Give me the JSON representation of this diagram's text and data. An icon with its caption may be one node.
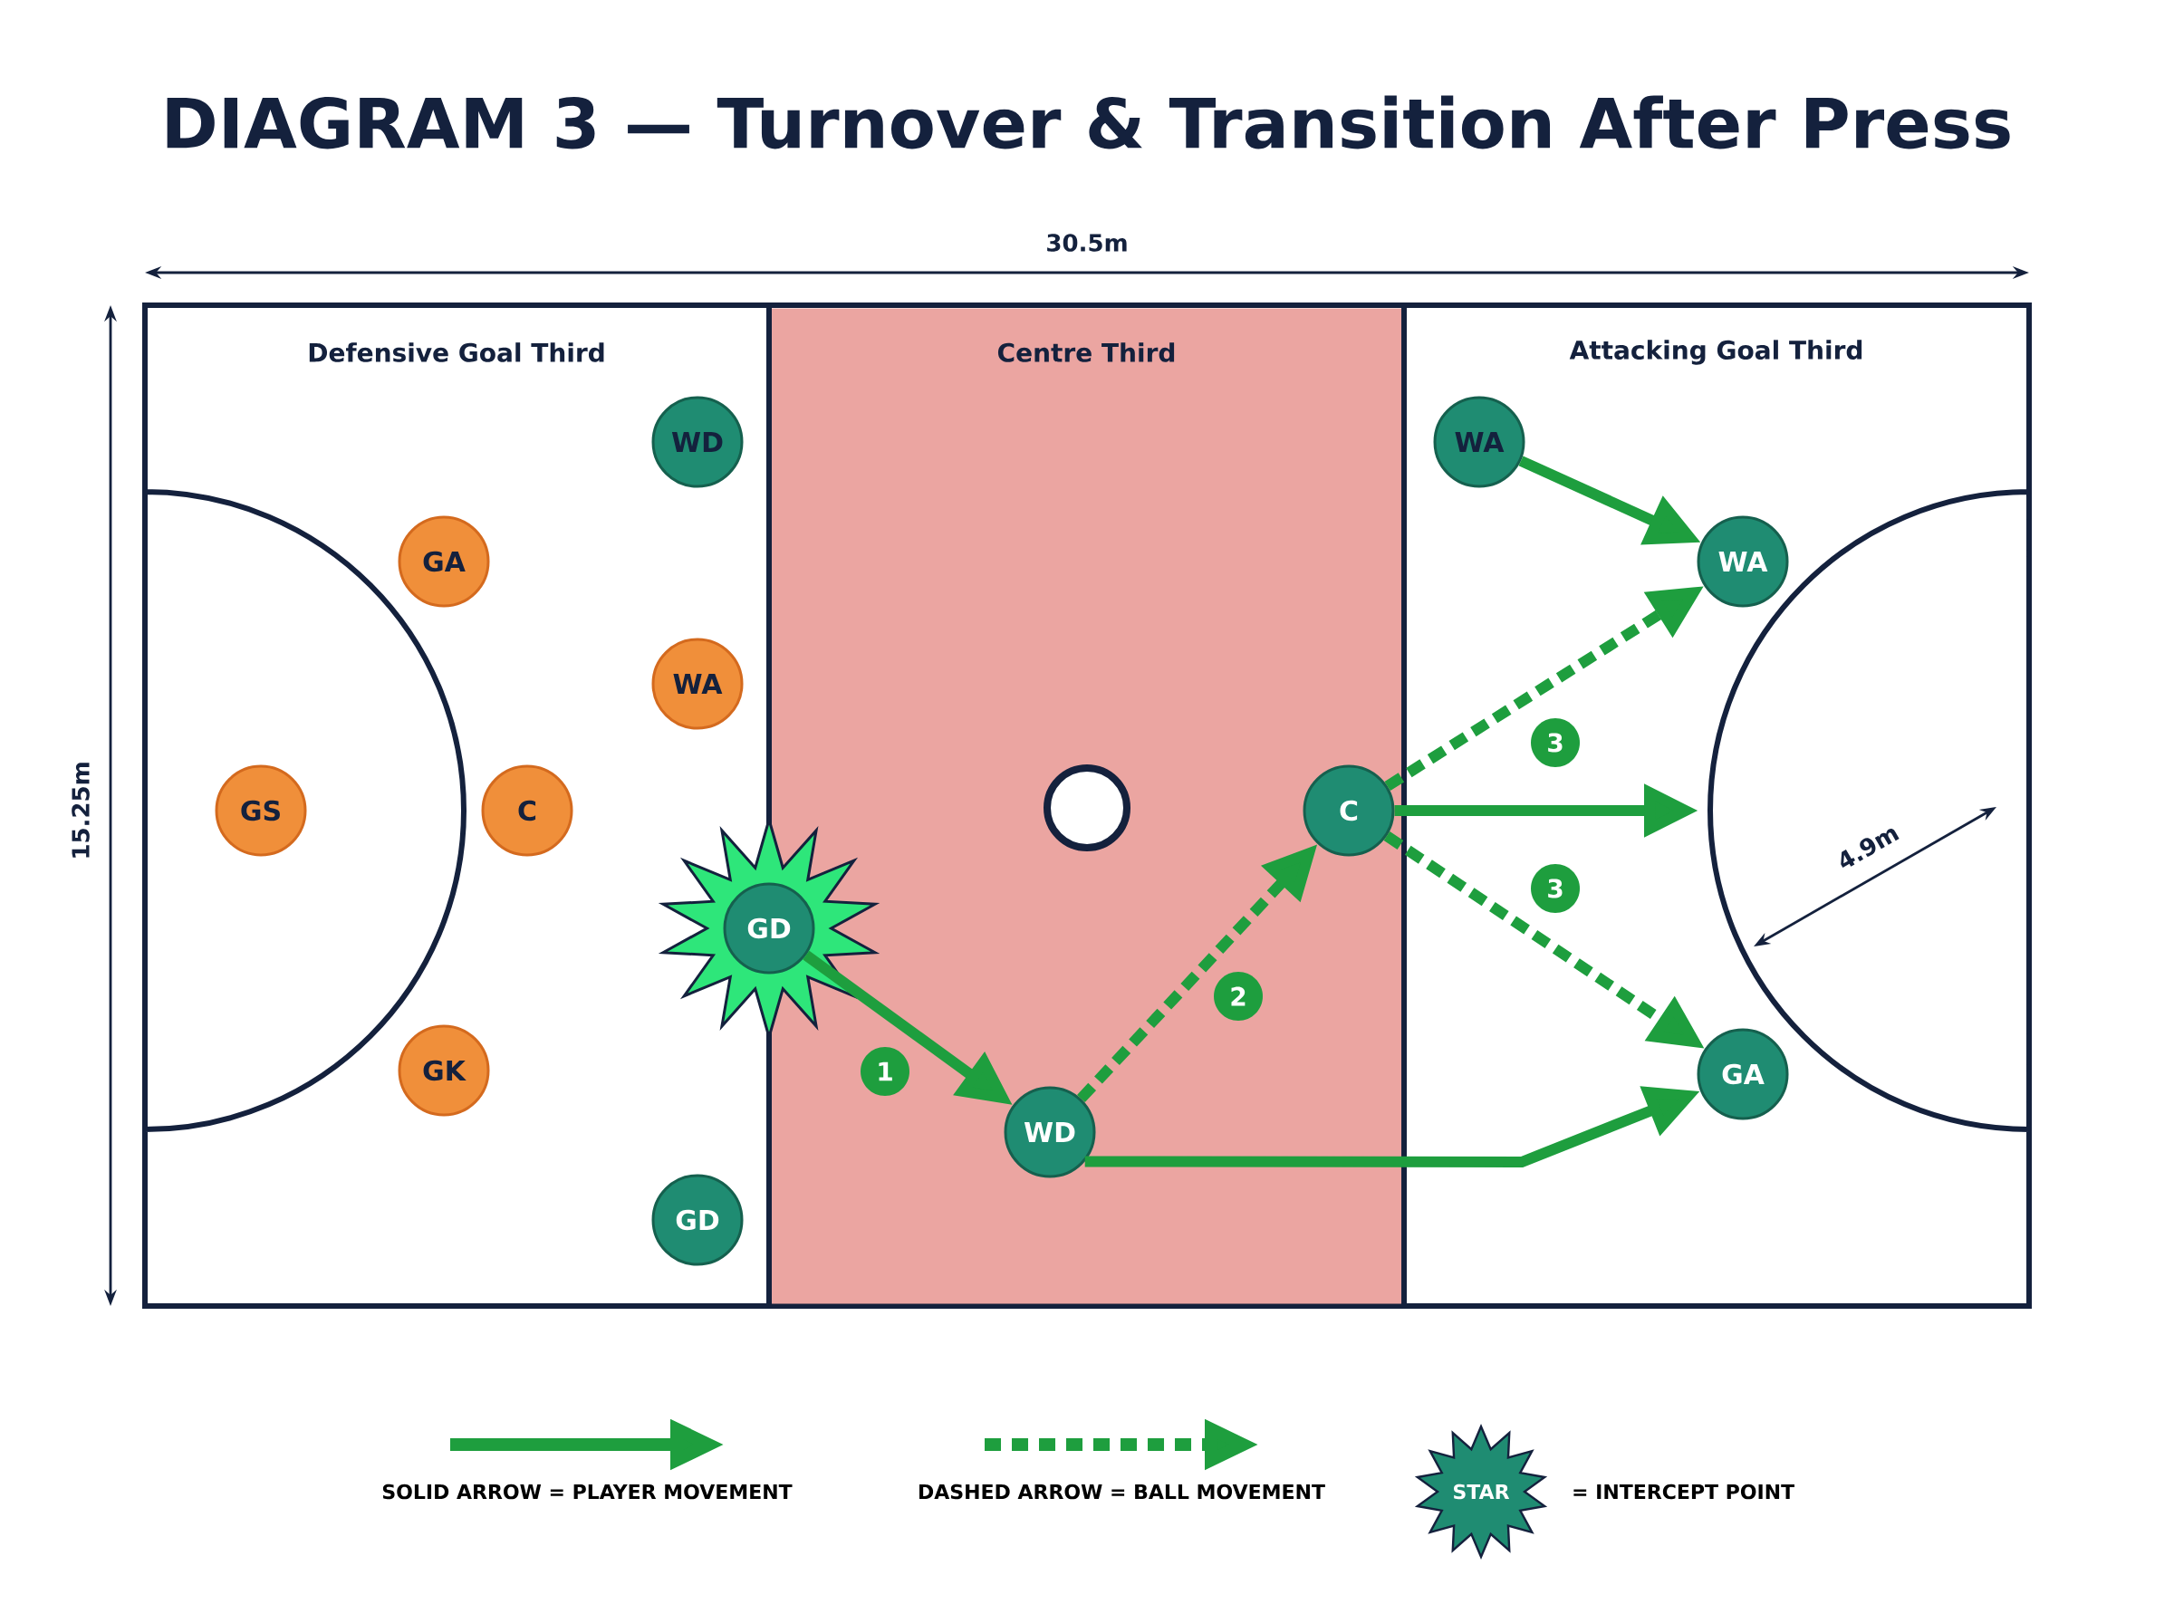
{
  "diagram": {
    "title": "DIAGRAM 3 — Turnover & Transition After Press",
    "nodes": [
      {
        "text": [
          "Defensive Goal Third"
        ]
      },
      {
        "text": [
          "Centre Third"
        ]
      },
      {
        "text": [
          "Attacking Goal Third"
        ]
      },
      {
        "text": [
          "WD"
        ],
        "in": 0
      },
      {
        "text": [
          "GA"
        ],
        "in": 0
      },
      {
        "text": [
          "WA"
        ],
        "in": 0
      },
      {
        "text": [
          "GS"
        ],
        "in": 0
      },
      {
        "text": [
          "C"
        ],
        "in": 0
      },
      {
        "text": [
          "GD"
        ]
      },
      {
        "text": [
          "GK"
        ],
        "in": 0
      },
      {
        "text": [
          "GD"
        ],
        "in": 0
      },
      {
        "text": [],
        "shape": "circle",
        "in": 1
      },
      {
        "text": [
          "C"
        ],
        "in": 1
      },
      {
        "text": [
          "WD"
        ],
        "in": 1
      },
      {
        "text": [
          "WA"
        ],
        "in": 2
      },
      {
        "text": [
          "WA"
        ],
        "in": 2
      },
      {
        "text": [
          "GA"
        ],
        "in": 2
      }
    ],
    "edges": [
      {
        "from": 8,
        "to": 13,
        "arrow": "to",
        "label": "1"
      },
      {
        "from": 13,
        "to": 12,
        "arrow": "to",
        "label": "2",
        "style": "dashed"
      },
      {
        "from": 12,
        "to": 15,
        "arrow": "to",
        "label": "3",
        "style": "dashed"
      },
      {
        "from": 12,
        "to": 16,
        "arrow": "to",
        "label": "3",
        "style": "dashed"
      },
      {
        "from": 12,
        "to": null,
        "arrow": "to"
      },
      {
        "from": 13,
        "to": 16,
        "arrow": "to"
      },
      {
        "from": 14,
        "to": 15,
        "arrow": "to"
      }
    ],
    "labels": [
      "30.5m",
      "15.25m",
      "4.9m",
      "STAR"
    ],
    "legend": [
      {
        "text": "SOLID ARROW = PLAYER MOVEMENT"
      },
      {
        "text": "DASHED ARROW = BALL MOVEMENT"
      },
      {
        "text": "= INTERCEPT POINT"
      }
    ]
  }
}
